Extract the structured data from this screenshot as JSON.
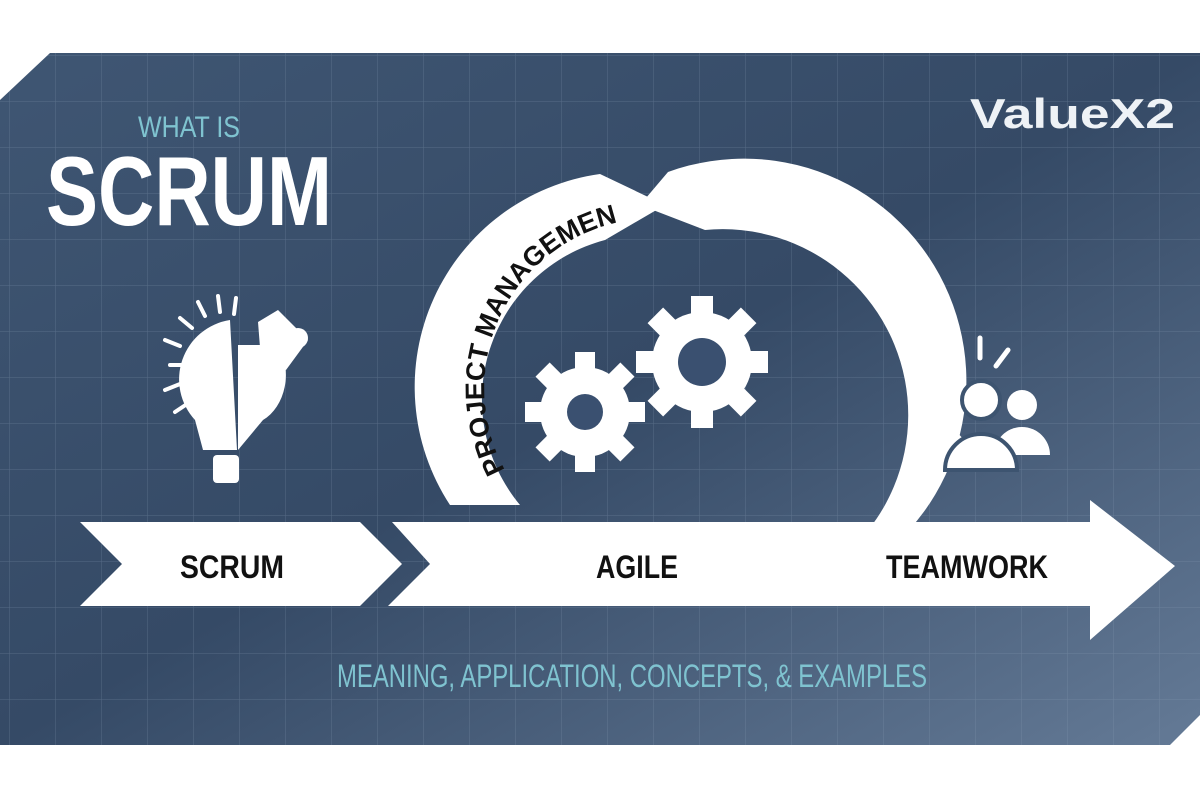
{
  "header": {
    "kicker": "WHAT IS",
    "title": "SCRUM"
  },
  "logo": {
    "text": "ValueX2"
  },
  "cycle": {
    "arc_label": "PROJECT MANAGEMENT"
  },
  "flow": {
    "steps": [
      {
        "label": "SCRUM",
        "icon": "lightbulb-puzzle-icon"
      },
      {
        "label": "AGILE",
        "icon": "gears-icon"
      },
      {
        "label": "TEAMWORK",
        "icon": "team-icon"
      }
    ]
  },
  "subtitle": "MEANING, APPLICATION, CONCEPTS, & EXAMPLES",
  "colors": {
    "background": "#3d5470",
    "accent": "#7fc3d0",
    "foreground": "#ffffff"
  }
}
